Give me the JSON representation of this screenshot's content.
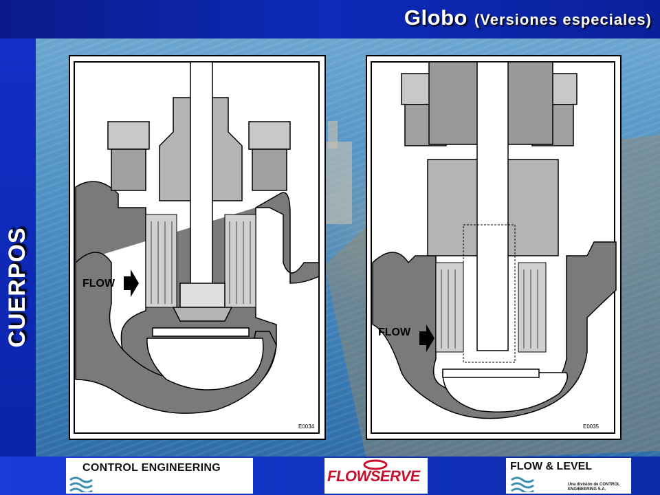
{
  "header": {
    "title": "Globo",
    "subtitle": "(Versiones especiales)"
  },
  "side_label": "CUERPOS",
  "diagrams": [
    {
      "flow_label": "FLOW",
      "code": "E0034"
    },
    {
      "flow_label": "FLOW",
      "code": "E0035"
    }
  ],
  "footer_logos": {
    "control_engineering": "CONTROL ENGINEERING",
    "flowserve": "FLOWSERVE",
    "flow_level": "FLOW & LEVEL",
    "flow_level_sub": "Una división de CONTROL ENGINEERING S.A."
  },
  "colors": {
    "background_blue": "#0b2bb0",
    "body_gray": "#7a7a7a",
    "part_gray": "#b4b4b4"
  }
}
